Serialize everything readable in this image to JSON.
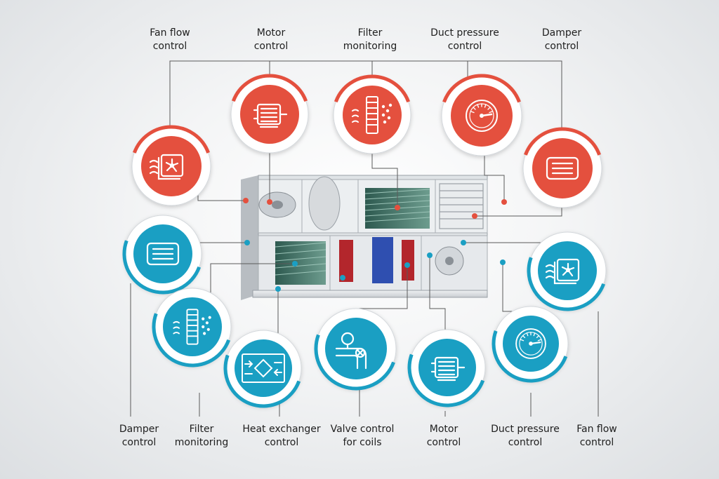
{
  "colors": {
    "red": "#e4503e",
    "blue": "#1a9fc3",
    "line": "#5a5a5a"
  },
  "top_labels": [
    {
      "id": "fan",
      "text": "Fan flow\ncontrol"
    },
    {
      "id": "motor",
      "text": "Motor\ncontrol"
    },
    {
      "id": "filter",
      "text": "Filter\nmonitoring"
    },
    {
      "id": "duct",
      "text": "Duct pressure\ncontrol"
    },
    {
      "id": "damper",
      "text": "Damper\ncontrol"
    }
  ],
  "bottom_labels": [
    {
      "id": "damper",
      "text": "Damper\ncontrol"
    },
    {
      "id": "filter",
      "text": "Filter\nmonitoring"
    },
    {
      "id": "heatx",
      "text": "Heat exchanger\ncontrol"
    },
    {
      "id": "valve",
      "text": "Valve control\nfor coils"
    },
    {
      "id": "motor",
      "text": "Motor\ncontrol"
    },
    {
      "id": "duct",
      "text": "Duct pressure\ncontrol"
    },
    {
      "id": "fan",
      "text": "Fan flow\ncontrol"
    }
  ],
  "top_icons": [
    "fan-icon",
    "motor-icon",
    "filter-icon",
    "gauge-icon",
    "damper-icon"
  ],
  "bottom_icons": [
    "damper-icon",
    "filter-icon",
    "heat-exchanger-icon",
    "valve-icon",
    "motor-icon",
    "gauge-icon",
    "fan-icon"
  ]
}
